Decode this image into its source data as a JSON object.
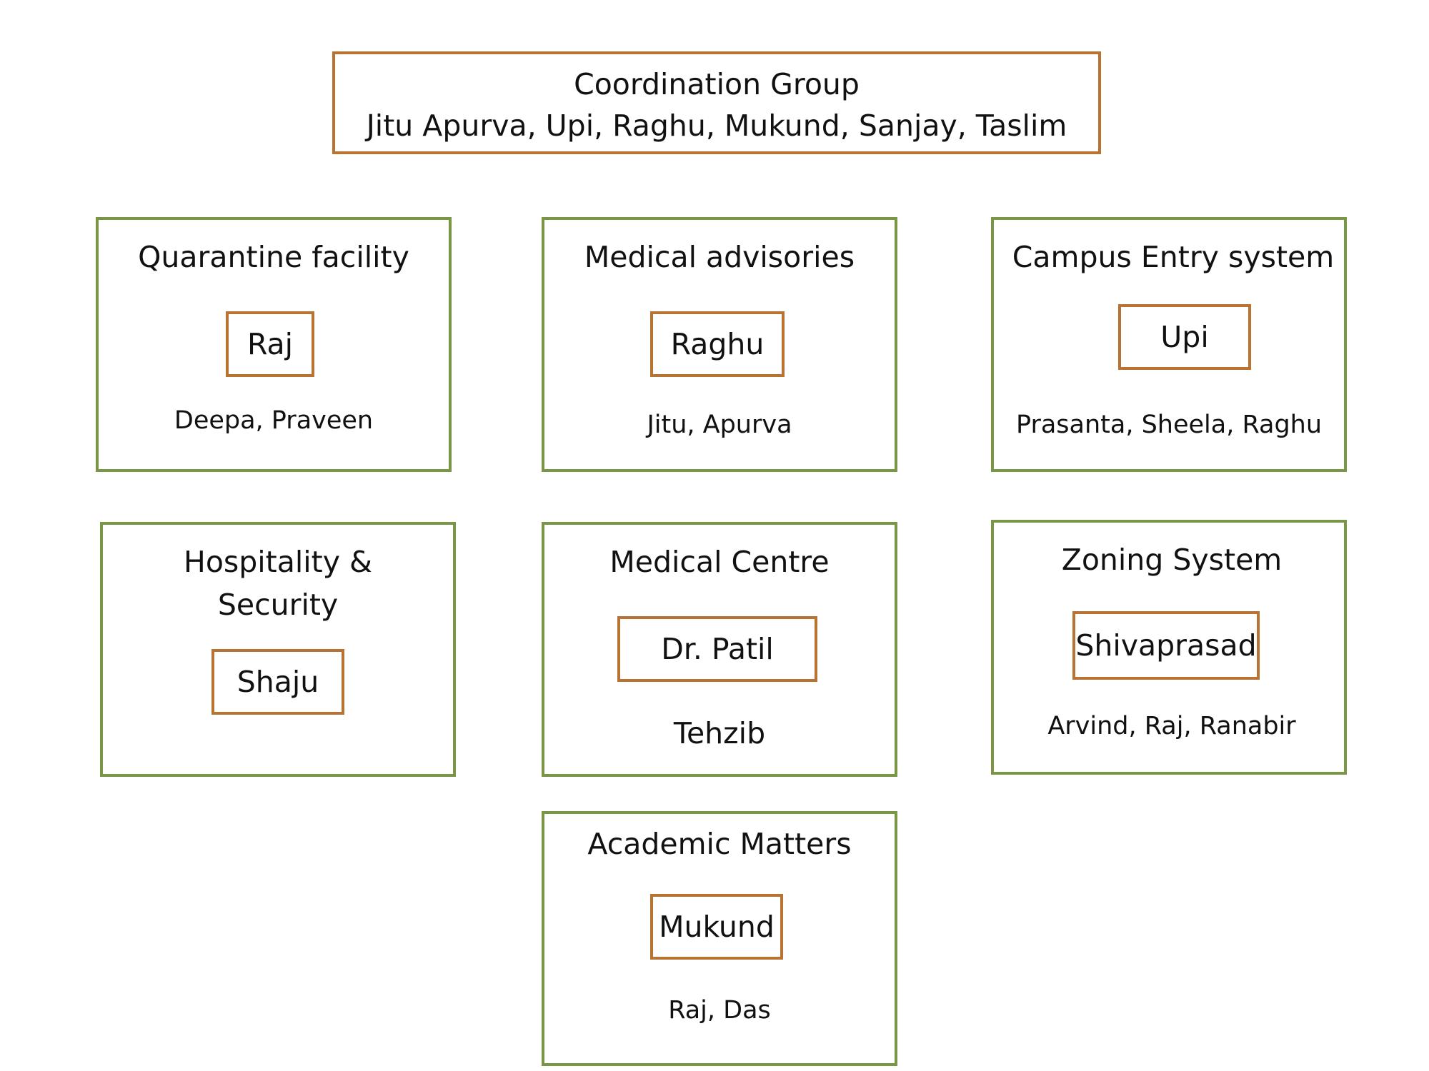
{
  "coordination": {
    "title": "Coordination Group",
    "members": "Jitu   Apurva, Upi, Raghu, Mukund, Sanjay, Taslim"
  },
  "groups": [
    {
      "title": "Quarantine facility",
      "lead": "Raj",
      "members": "Deepa, Praveen"
    },
    {
      "title": "Medical advisories",
      "lead": "Raghu",
      "members": "Jitu, Apurva"
    },
    {
      "title": "Campus Entry system",
      "lead": "Upi",
      "members": "Prasanta, Sheela, Raghu"
    },
    {
      "title_line1": "Hospitality &",
      "title_line2": "Security",
      "lead": "Shaju"
    },
    {
      "title": "Medical Centre",
      "lead": "Dr. Patil",
      "members": "Tehzib"
    },
    {
      "title": "Zoning System",
      "lead": "Shivaprasad",
      "members": "Arvind, Raj, Ranabir"
    },
    {
      "title": "Academic Matters",
      "lead": "Mukund",
      "members": "Raj, Das"
    }
  ],
  "colors": {
    "group_border": "#7a9545",
    "lead_border": "#b87333"
  }
}
